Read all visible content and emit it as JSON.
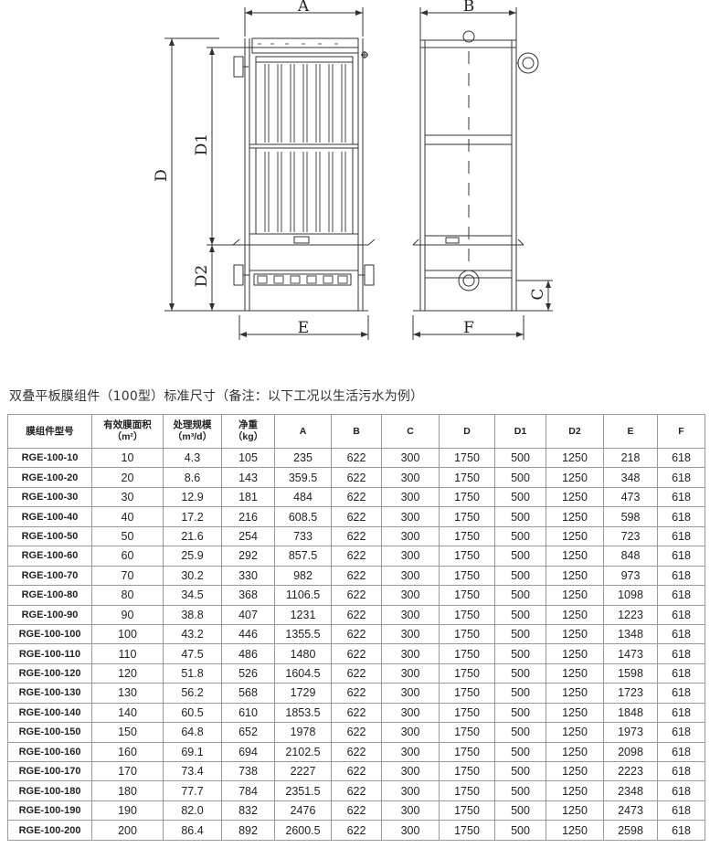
{
  "drawing": {
    "labels": {
      "A": "A",
      "B": "B",
      "C": "C",
      "D": "D",
      "D1": "D1",
      "D2": "D2",
      "E": "E",
      "F": "F"
    }
  },
  "caption": "双叠平板膜组件（100型）标准尺寸（备注：以下工况以生活污水为例）",
  "table": {
    "headers": [
      {
        "line1": "膜组件型号",
        "line2": ""
      },
      {
        "line1": "有效膜面积",
        "line2": "（m²）"
      },
      {
        "line1": "处理规模",
        "line2": "（m³/d）"
      },
      {
        "line1": "净重",
        "line2": "（kg）"
      },
      {
        "line1": "A",
        "line2": ""
      },
      {
        "line1": "B",
        "line2": ""
      },
      {
        "line1": "C",
        "line2": ""
      },
      {
        "line1": "D",
        "line2": ""
      },
      {
        "line1": "D1",
        "line2": ""
      },
      {
        "line1": "D2",
        "line2": ""
      },
      {
        "line1": "E",
        "line2": ""
      },
      {
        "line1": "F",
        "line2": ""
      }
    ],
    "rows": [
      [
        "RGE-100-10",
        "10",
        "4.3",
        "105",
        "235",
        "622",
        "300",
        "1750",
        "500",
        "1250",
        "218",
        "618"
      ],
      [
        "RGE-100-20",
        "20",
        "8.6",
        "143",
        "359.5",
        "622",
        "300",
        "1750",
        "500",
        "1250",
        "348",
        "618"
      ],
      [
        "RGE-100-30",
        "30",
        "12.9",
        "181",
        "484",
        "622",
        "300",
        "1750",
        "500",
        "1250",
        "473",
        "618"
      ],
      [
        "RGE-100-40",
        "40",
        "17.2",
        "216",
        "608.5",
        "622",
        "300",
        "1750",
        "500",
        "1250",
        "598",
        "618"
      ],
      [
        "RGE-100-50",
        "50",
        "21.6",
        "254",
        "733",
        "622",
        "300",
        "1750",
        "500",
        "1250",
        "723",
        "618"
      ],
      [
        "RGE-100-60",
        "60",
        "25.9",
        "292",
        "857.5",
        "622",
        "300",
        "1750",
        "500",
        "1250",
        "848",
        "618"
      ],
      [
        "RGE-100-70",
        "70",
        "30.2",
        "330",
        "982",
        "622",
        "300",
        "1750",
        "500",
        "1250",
        "973",
        "618"
      ],
      [
        "RGE-100-80",
        "80",
        "34.5",
        "368",
        "1106.5",
        "622",
        "300",
        "1750",
        "500",
        "1250",
        "1098",
        "618"
      ],
      [
        "RGE-100-90",
        "90",
        "38.8",
        "407",
        "1231",
        "622",
        "300",
        "1750",
        "500",
        "1250",
        "1223",
        "618"
      ],
      [
        "RGE-100-100",
        "100",
        "43.2",
        "446",
        "1355.5",
        "622",
        "300",
        "1750",
        "500",
        "1250",
        "1348",
        "618"
      ],
      [
        "RGE-100-110",
        "110",
        "47.5",
        "486",
        "1480",
        "622",
        "300",
        "1750",
        "500",
        "1250",
        "1473",
        "618"
      ],
      [
        "RGE-100-120",
        "120",
        "51.8",
        "526",
        "1604.5",
        "622",
        "300",
        "1750",
        "500",
        "1250",
        "1598",
        "618"
      ],
      [
        "RGE-100-130",
        "130",
        "56.2",
        "568",
        "1729",
        "622",
        "300",
        "1750",
        "500",
        "1250",
        "1723",
        "618"
      ],
      [
        "RGE-100-140",
        "140",
        "60.5",
        "610",
        "1853.5",
        "622",
        "300",
        "1750",
        "500",
        "1250",
        "1848",
        "618"
      ],
      [
        "RGE-100-150",
        "150",
        "64.8",
        "652",
        "1978",
        "622",
        "300",
        "1750",
        "500",
        "1250",
        "1973",
        "618"
      ],
      [
        "RGE-100-160",
        "160",
        "69.1",
        "694",
        "2102.5",
        "622",
        "300",
        "1750",
        "500",
        "1250",
        "2098",
        "618"
      ],
      [
        "RGE-100-170",
        "170",
        "73.4",
        "738",
        "2227",
        "622",
        "300",
        "1750",
        "500",
        "1250",
        "2223",
        "618"
      ],
      [
        "RGE-100-180",
        "180",
        "77.7",
        "784",
        "2351.5",
        "622",
        "300",
        "1750",
        "500",
        "1250",
        "2348",
        "618"
      ],
      [
        "RGE-100-190",
        "190",
        "82.0",
        "832",
        "2476",
        "622",
        "300",
        "1750",
        "500",
        "1250",
        "2473",
        "618"
      ],
      [
        "RGE-100-200",
        "200",
        "86.4",
        "892",
        "2600.5",
        "622",
        "300",
        "1750",
        "500",
        "1250",
        "2598",
        "618"
      ]
    ]
  }
}
